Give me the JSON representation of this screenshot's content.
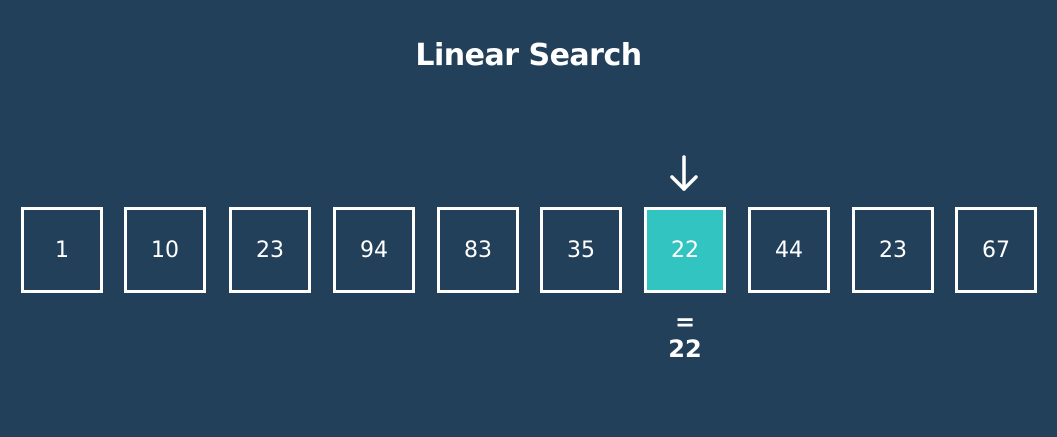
{
  "title": "Linear Search",
  "array": {
    "values": [
      "1",
      "10",
      "23",
      "94",
      "83",
      "35",
      "22",
      "44",
      "23",
      "67"
    ],
    "current_index": 6
  },
  "pointer": {
    "icon": "arrow-down-icon"
  },
  "comparison": {
    "operator": "=",
    "target": "22"
  },
  "colors": {
    "background": "#22405a",
    "highlight": "#32c4c0",
    "stroke": "#ffffff"
  }
}
